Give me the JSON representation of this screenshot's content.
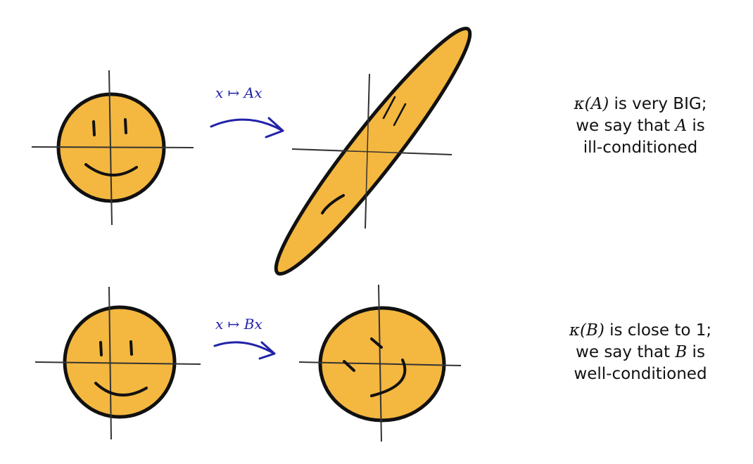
{
  "top_row": {
    "map_label": "x ↦ Ax",
    "note": {
      "line1_math": "κ(A)",
      "line1_text": " is very BIG;",
      "line2_pre": "we say that ",
      "line2_math": "A",
      "line2_post": " is",
      "line3": "ill-conditioned"
    }
  },
  "bottom_row": {
    "map_label": "x ↦ Bx",
    "note": {
      "line1_math": "κ(B)",
      "line1_text": " is close to 1;",
      "line2_pre": "we say that ",
      "line2_math": "B",
      "line2_post": " is",
      "line3": "well-conditioned"
    }
  },
  "colors": {
    "face_fill": "#f4b73f",
    "outline": "#111111",
    "arrow": "#2222aa",
    "axis": "#333333"
  }
}
